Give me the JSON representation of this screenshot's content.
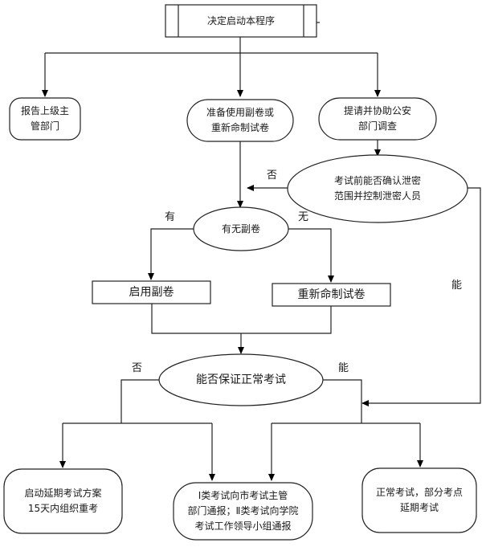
{
  "title": "泄密事件应急处置流程图",
  "nodes": {
    "start": "决定启动本程序",
    "report": "报告上级主\n管部门",
    "prepare": "准备使用副卷或\n重新命制试卷",
    "police": "提请并协助公安\n部门调查",
    "confirm": "考试前能否确认泄密\n范围并控制泄密人员",
    "has_backup": "有无副卷",
    "use_backup": "启用副卷",
    "remake": "重新命制试卷",
    "ensure": "能否保证正常考试",
    "delay": "启动延期考试方案\n15天内组织重考",
    "notify": "Ⅰ类考试向市考试主管\n部门通报；Ⅱ类考试向学院\n考试工作领导小组通报",
    "normal": "正常考试，部分考点\n延期考试"
  },
  "edge_labels": {
    "confirm_no": "否",
    "confirm_yes": "能",
    "backup_yes": "有",
    "backup_no": "无",
    "ensure_no": "否",
    "ensure_yes": "能"
  }
}
